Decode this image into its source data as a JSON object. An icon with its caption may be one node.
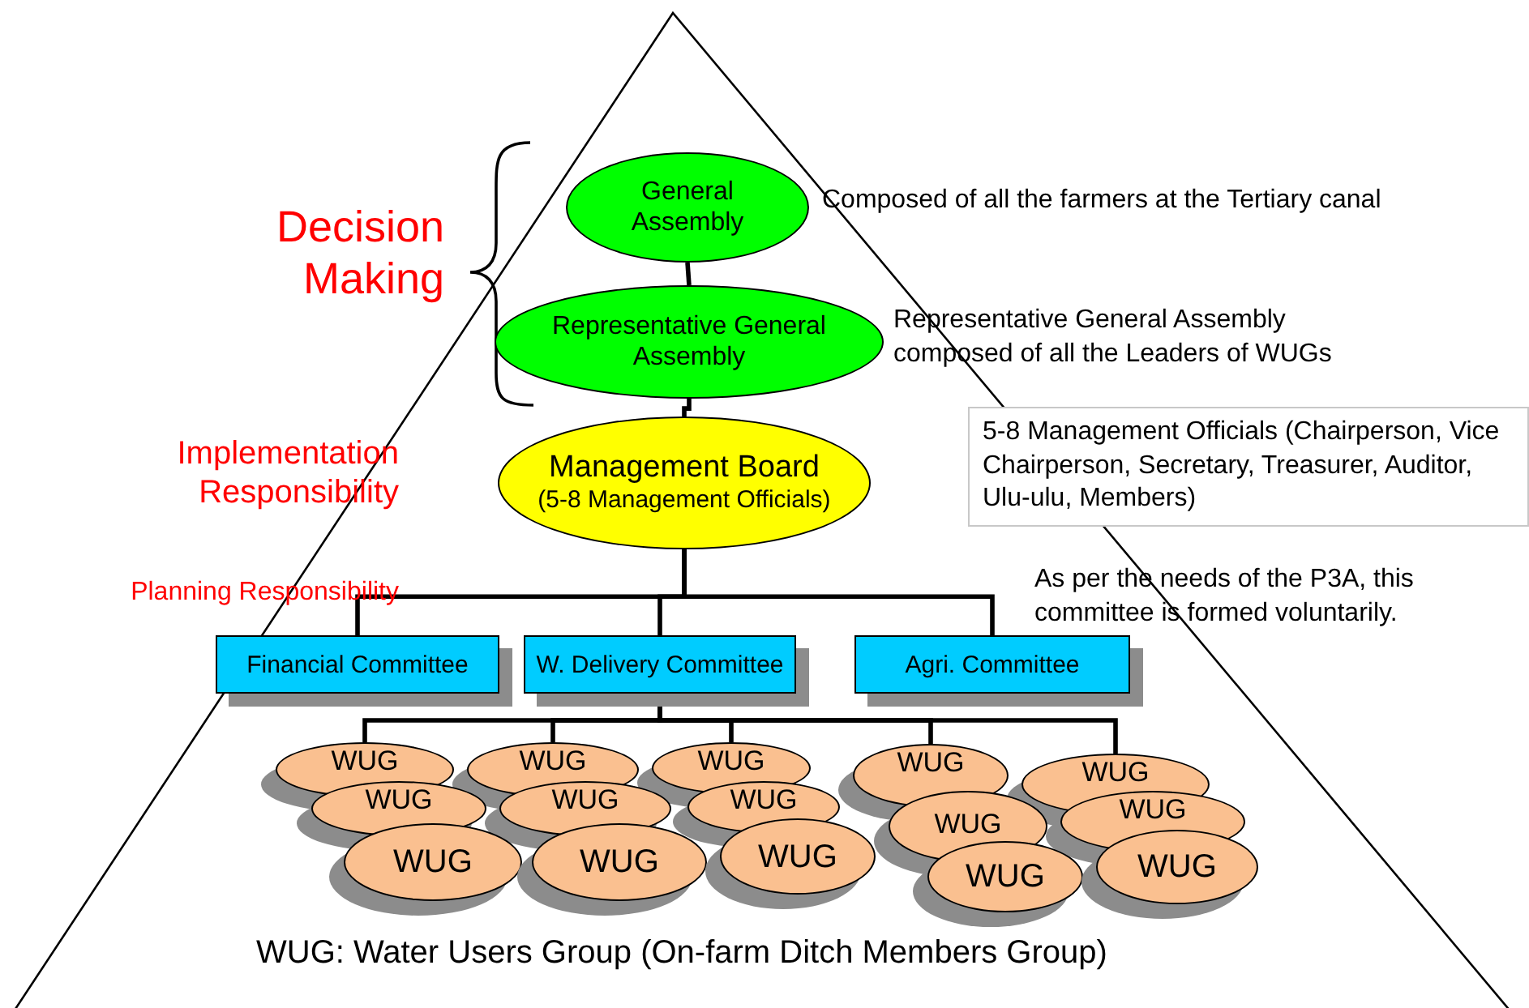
{
  "diagram": {
    "nodes": [
      {
        "text": [
          "General Assembly"
        ],
        "beside": [
          "Composed of all the farmers at the Tertiary canal"
        ]
      },
      {
        "text": [
          "Representative General Assembly"
        ],
        "beside": [
          "Representative General Assembly composed of all the Leaders of WUGs"
        ]
      },
      {
        "text": [
          "Management Board",
          "(5-8 Management Officials)"
        ]
      },
      {
        "text": [
          "5-8 Management Officials (Chairperson, Vice Chairperson, Secretary, Treasurer, Auditor, Ulu-ulu, Members)"
        ]
      },
      {
        "text": [
          "Financial Committee"
        ]
      },
      {
        "text": [
          "W. Delivery Committee"
        ]
      },
      {
        "text": [
          "Agri. Committee"
        ]
      },
      {
        "text": [
          "WUG"
        ]
      },
      {
        "text": [
          "WUG"
        ]
      },
      {
        "text": [
          "WUG"
        ]
      },
      {
        "text": [
          "WUG"
        ]
      },
      {
        "text": [
          "WUG"
        ]
      },
      {
        "text": [
          "WUG"
        ]
      },
      {
        "text": [
          "WUG"
        ]
      },
      {
        "text": [
          "WUG"
        ]
      },
      {
        "text": [
          "WUG"
        ]
      },
      {
        "text": [
          "WUG"
        ]
      },
      {
        "text": [
          "WUG"
        ]
      },
      {
        "text": [
          "WUG"
        ]
      },
      {
        "text": [
          "WUG"
        ]
      },
      {
        "text": [
          "WUG"
        ]
      },
      {
        "text": [
          "WUG"
        ]
      }
    ],
    "edges": [
      {
        "from": 0,
        "to": 1,
        "arrow": "none"
      },
      {
        "from": 1,
        "to": 2,
        "arrow": "none"
      },
      {
        "from": 2,
        "to": 4,
        "arrow": "none"
      },
      {
        "from": 2,
        "to": 5,
        "arrow": "none"
      },
      {
        "from": 2,
        "to": 6,
        "arrow": "none"
      },
      {
        "from": 5,
        "to": 7,
        "arrow": "none"
      },
      {
        "from": 5,
        "to": 8,
        "arrow": "none"
      },
      {
        "from": 5,
        "to": 9,
        "arrow": "none"
      },
      {
        "from": 5,
        "to": 10,
        "arrow": "none"
      },
      {
        "from": 5,
        "to": 11,
        "arrow": "none"
      }
    ],
    "labels": [
      "Decision Making",
      "Implementation Responsibility",
      "Planning Responsibility",
      "As per the needs of the P3A, this committee is formed voluntarily.",
      "WUG: Water Users Group (On-farm Ditch Members Group)"
    ]
  }
}
